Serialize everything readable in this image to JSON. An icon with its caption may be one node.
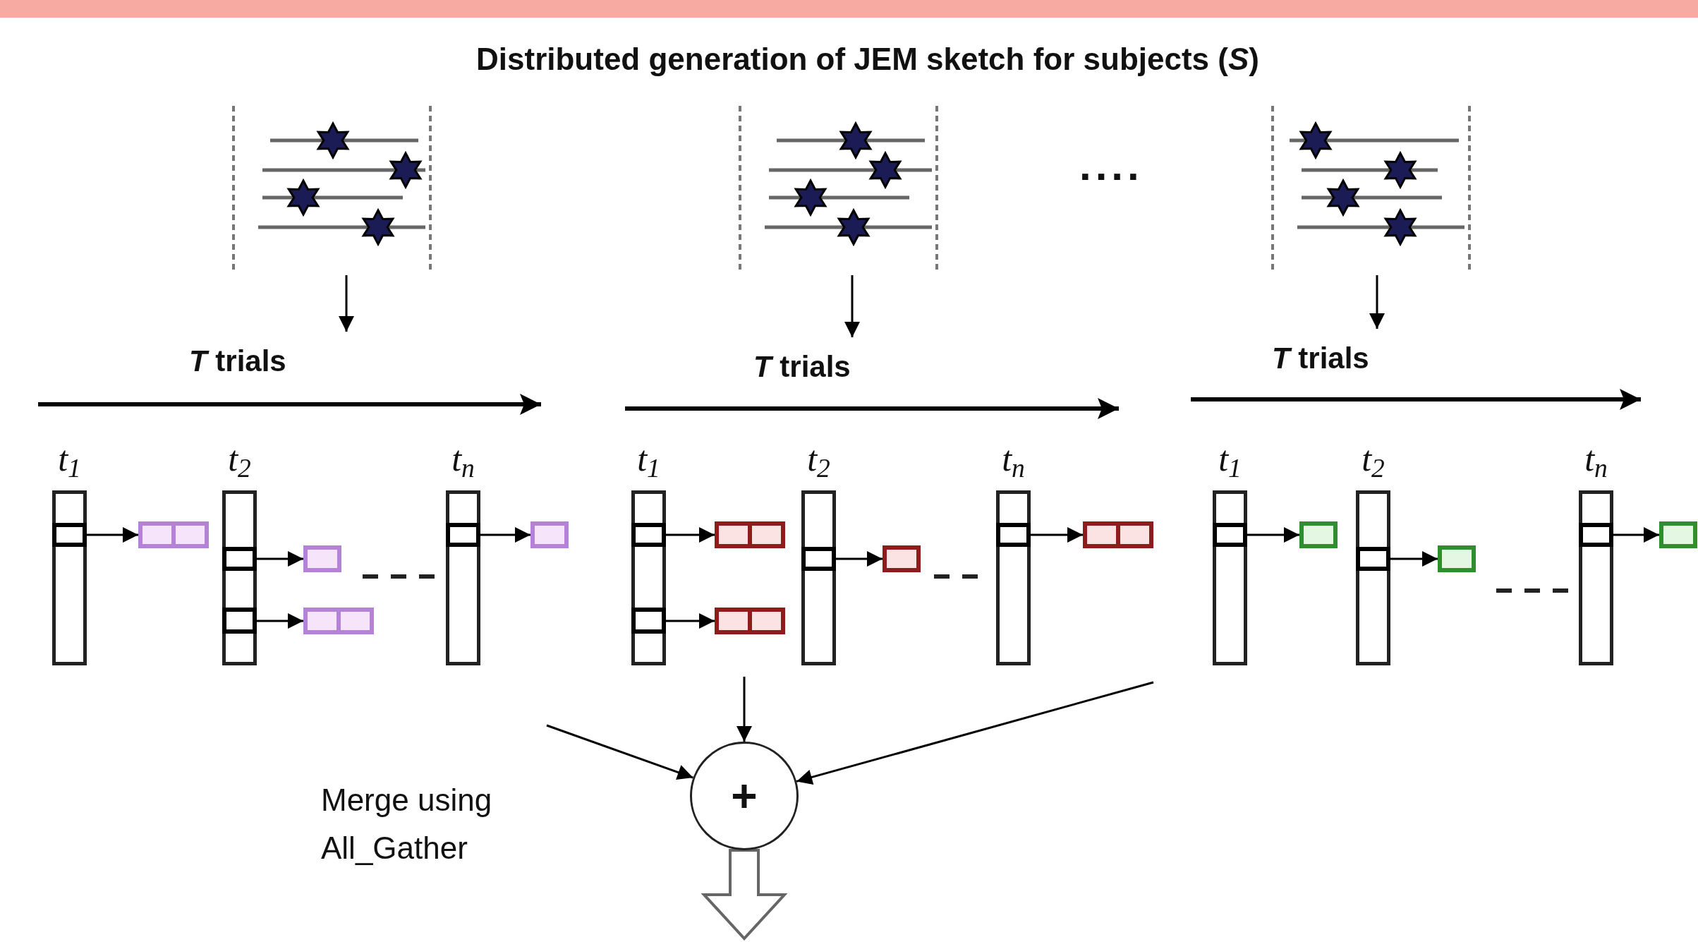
{
  "diagram": {
    "title": "Distributed generation of JEM sketch for subjects (*S*)",
    "nodes": [
      {
        "text": [],
        "shape": "picture"
      },
      {
        "text": [],
        "shape": "picture"
      },
      {
        "text": [],
        "shape": "picture"
      },
      {
        "text": [
          "*T* trials"
        ]
      },
      {
        "text": [
          "*T* trials"
        ]
      },
      {
        "text": [
          "*T* trials"
        ]
      },
      {
        "text": [
          "t$_{1}$"
        ]
      },
      {
        "text": [],
        "shape": "box"
      },
      {
        "text": [
          "t$_{2}$"
        ]
      },
      {
        "text": [],
        "shape": "box"
      },
      {
        "text": [],
        "shape": "box"
      },
      {
        "text": [
          "t$_{n}$"
        ]
      },
      {
        "text": [],
        "shape": "box"
      },
      {
        "text": [
          "t$_{1}$"
        ]
      },
      {
        "text": [],
        "shape": "box"
      },
      {
        "text": [],
        "shape": "box"
      },
      {
        "text": [
          "t$_{2}$"
        ]
      },
      {
        "text": [],
        "shape": "box"
      },
      {
        "text": [
          "t$_{n}$"
        ]
      },
      {
        "text": [],
        "shape": "box"
      },
      {
        "text": [
          "t$_{1}$"
        ]
      },
      {
        "text": [],
        "shape": "box"
      },
      {
        "text": [
          "t$_{2}$"
        ]
      },
      {
        "text": [],
        "shape": "box"
      },
      {
        "text": [
          "t$_{n}$"
        ]
      },
      {
        "text": [],
        "shape": "box"
      },
      {
        "text": [
          "+"
        ]
      }
    ],
    "edges": [
      {
        "from": 0,
        "to": 3,
        "arrow": "to"
      },
      {
        "from": 1,
        "to": 4,
        "arrow": "to"
      },
      {
        "from": 2,
        "to": 5,
        "arrow": "to"
      },
      {
        "from": 6,
        "to": 7,
        "arrow": "to"
      },
      {
        "from": 8,
        "to": 9,
        "arrow": "to"
      },
      {
        "from": 8,
        "to": 10,
        "arrow": "to"
      },
      {
        "from": 11,
        "to": 12,
        "arrow": "to"
      },
      {
        "from": 13,
        "to": 14,
        "arrow": "to"
      },
      {
        "from": 13,
        "to": 15,
        "arrow": "to"
      },
      {
        "from": 16,
        "to": 17,
        "arrow": "to"
      },
      {
        "from": 18,
        "to": 19,
        "arrow": "to"
      },
      {
        "from": 20,
        "to": 21,
        "arrow": "to"
      },
      {
        "from": 22,
        "to": 23,
        "arrow": "to"
      },
      {
        "from": 24,
        "to": 25,
        "arrow": "to"
      },
      {
        "from": null,
        "to": 26,
        "arrow": "to"
      },
      {
        "from": null,
        "to": 26,
        "arrow": "to"
      },
      {
        "from": null,
        "to": 26,
        "arrow": "to"
      },
      {
        "from": 26,
        "to": null,
        "arrow": "to",
        "style": "thick"
      }
    ],
    "labels": [
      "....",
      "Merge using All_Gather"
    ]
  }
}
